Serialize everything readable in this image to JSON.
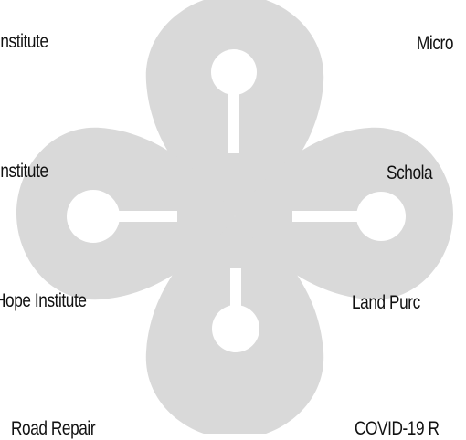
{
  "diagram": {
    "shape_color": "#d9d9d9",
    "background": "#ffffff",
    "left_labels": [
      "Institute",
      "Institute",
      "Hope Institute",
      "Road Repair"
    ],
    "right_labels": [
      "Micro",
      "Schola",
      "Land Purc",
      "COVID-19 R"
    ]
  }
}
